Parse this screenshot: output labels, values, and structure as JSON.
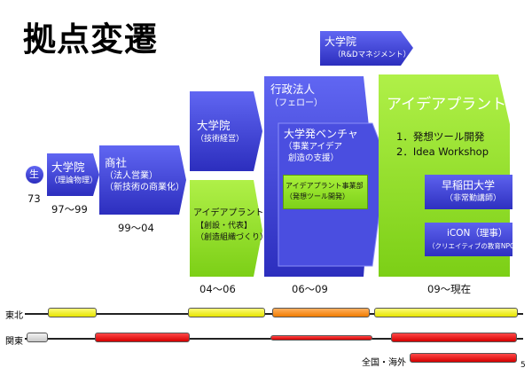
{
  "title": "拠点変遷",
  "birth": {
    "badge": "生",
    "year": "73"
  },
  "stages": {
    "grad1": {
      "title": "大学院",
      "sub": "（理論物理）",
      "period": "97〜99"
    },
    "shosha": {
      "title": "商社",
      "sub1": "（法人営業）",
      "sub2": "（新技術の商業化）",
      "period": "99〜04"
    },
    "grad2": {
      "title": "大学院",
      "sub": "（技術経営）"
    },
    "ideaplant1": {
      "title": "アイデアプラント",
      "sub1": "【創設・代表】",
      "sub2": "（創造組織づくり）",
      "period": "04〜06"
    },
    "gyosei": {
      "title": "行政法人",
      "sub": "（フェロー）",
      "period": "06〜09"
    },
    "venture": {
      "title": "大学発ベンチャ",
      "sub1": "（事業アイデア",
      "sub2": "創造の支援）"
    },
    "ideaplant_div": {
      "title": "アイデアプラント事業部",
      "sub": "（発想ツール開発）"
    },
    "grad3": {
      "title": "大学院",
      "sub": "（R&Dマネジメント）"
    },
    "ideaplant2": {
      "title": "アイデアプラント",
      "item1": "1．発想ツール開発",
      "item2": "2．Idea Workshop",
      "period": "09〜現在"
    },
    "waseda": {
      "title": "早稲田大学",
      "sub": "（非常勤講師）"
    },
    "icon": {
      "title": "iCON（理事）",
      "sub": "（クリエイティブの教育NPO）"
    }
  },
  "rows": {
    "tohoku": "東北",
    "kanto": "関東",
    "global": "全国・海外"
  },
  "colors": {
    "blue": "#3a3fd8",
    "green": "#8ee02a",
    "yellow": "#eeea10",
    "orange": "#f59a30",
    "red": "#e01010"
  },
  "page_number": "5"
}
